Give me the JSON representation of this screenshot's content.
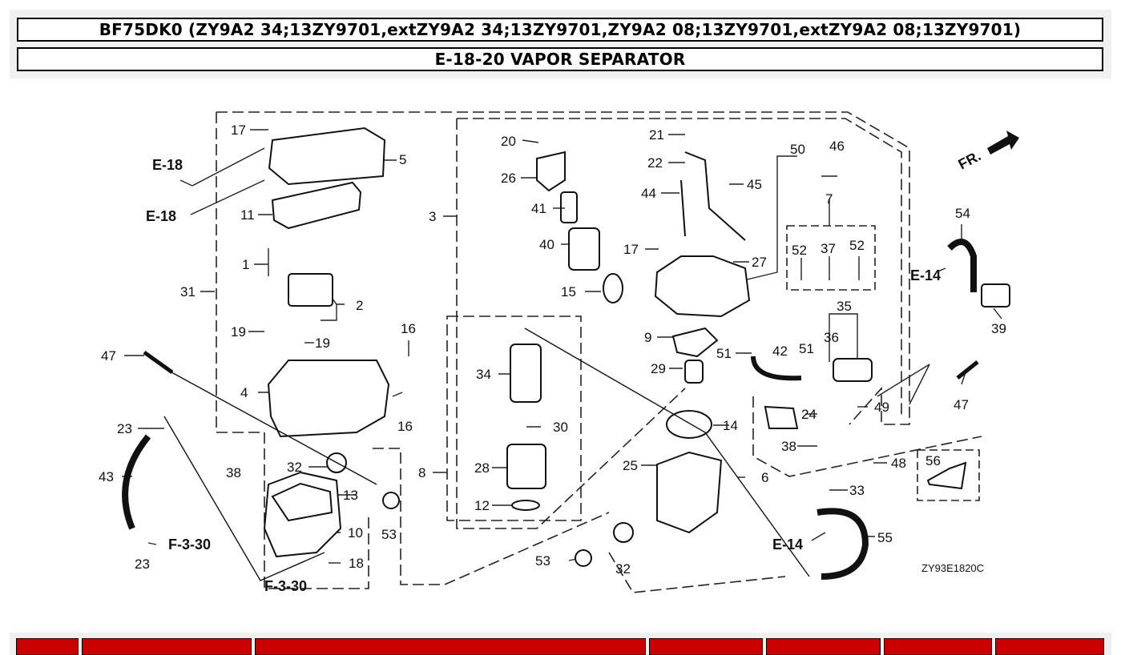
{
  "header": {
    "model": "BF75DK0 (ZY9A2 34;13ZY9701,extZY9A2 34;13ZY9701,ZY9A2 08;13ZY9701,extZY9A2 08;13ZY9701)",
    "section": "E-18-20 VAPOR SEPARATOR"
  },
  "diagram": {
    "drawing_code": "ZY93E1820C",
    "front_label": "FR.",
    "refs": {
      "e18_a": "E-18",
      "e18_b": "E-18",
      "e14_a": "E-14",
      "e14_b": "E-14",
      "f330_a": "F-3-30",
      "f330_b": "F-3-30"
    },
    "callouts": [
      "1",
      "2",
      "3",
      "4",
      "5",
      "6",
      "7",
      "8",
      "9",
      "10",
      "11",
      "12",
      "13",
      "14",
      "15",
      "16",
      "17",
      "18",
      "19",
      "20",
      "21",
      "22",
      "23",
      "24",
      "25",
      "26",
      "27",
      "28",
      "29",
      "30",
      "31",
      "32",
      "33",
      "34",
      "35",
      "36",
      "37",
      "38",
      "39",
      "40",
      "41",
      "42",
      "43",
      "44",
      "45",
      "46",
      "47",
      "48",
      "49",
      "50",
      "51",
      "52",
      "53",
      "54",
      "55",
      "56"
    ]
  },
  "colors": {
    "table_header": "#cc0000",
    "frame": "#f0f0f0"
  }
}
